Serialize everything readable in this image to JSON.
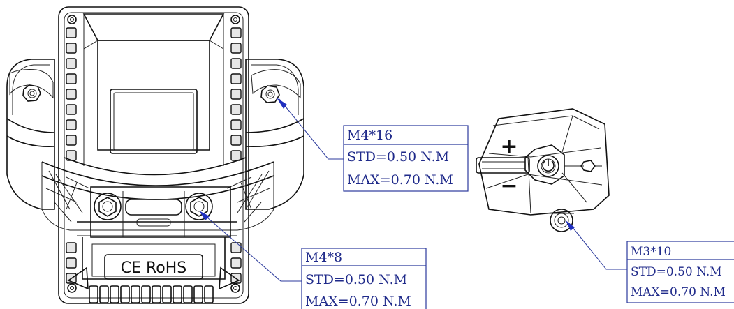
{
  "callouts": [
    {
      "id": "m4x16",
      "spec": "M4*16",
      "std": "STD=0.50 N.M",
      "max": "MAX=0.70 N.M"
    },
    {
      "id": "m4x8",
      "spec": "M4*8",
      "std": "STD=0.50 N.M",
      "max": "MAX=0.70 N.M"
    },
    {
      "id": "m3x10",
      "spec": "M3*10",
      "std": "STD=0.50 N.M",
      "max": "MAX=0.70 N.M"
    }
  ],
  "device_marking": "CE RoHS",
  "controller_symbols": {
    "plus": "+",
    "minus": "−"
  },
  "colors": {
    "callout_text": "#1f2a8a",
    "callout_border": "#2b3a9c",
    "arrow": "#1f2fbf",
    "line_art": "#111111"
  }
}
